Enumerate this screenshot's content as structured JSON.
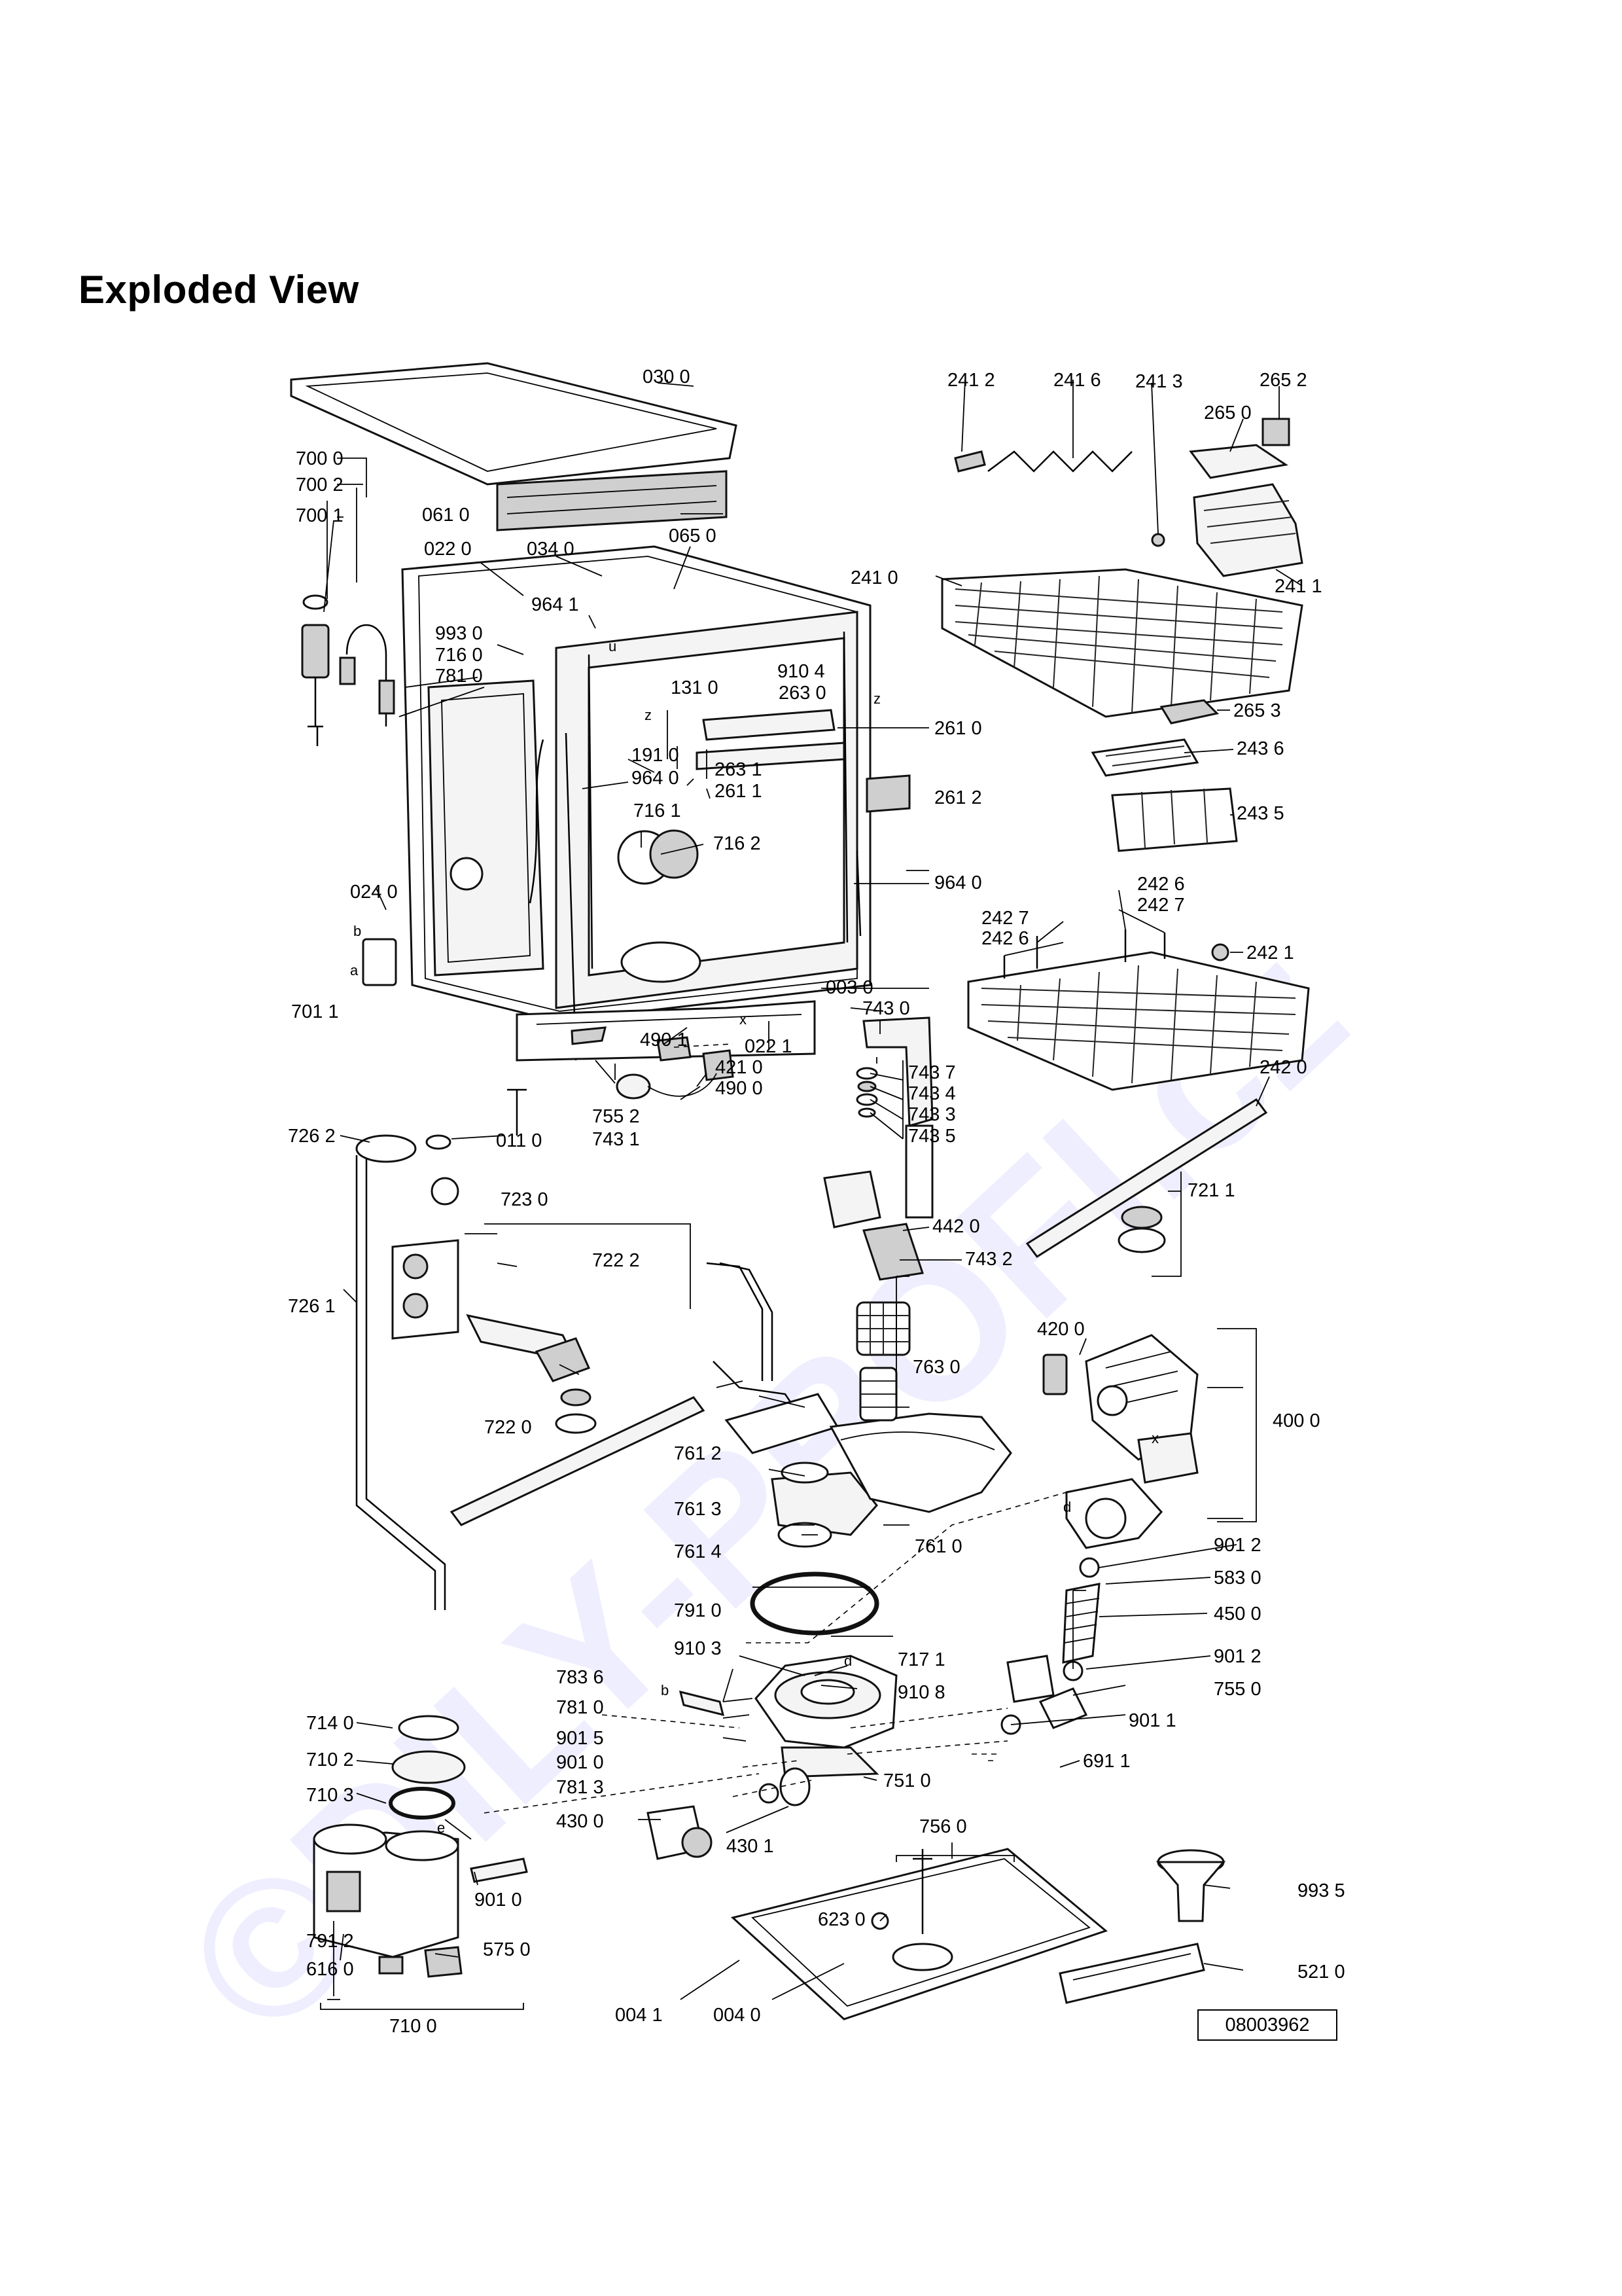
{
  "title": "Exploded View",
  "watermark": "©DILY-PROFI.cz",
  "diagram_code": "08003962",
  "markers": [
    "z",
    "z",
    "b",
    "b",
    "x",
    "x",
    "d",
    "d",
    "e",
    "u",
    "a"
  ],
  "labels": [
    "030 0",
    "061 0",
    "065 0",
    "034 0",
    "022 0",
    "964 1",
    "993 0",
    "716 0",
    "781 0",
    "700 0",
    "700 2",
    "700 1",
    "131 0",
    "910 4",
    "263 0",
    "261 0",
    "191 0",
    "964 0",
    "263 1",
    "261 1",
    "261 2",
    "716 1",
    "716 2",
    "024 0",
    "964 0",
    "701 1",
    "003 0",
    "743 0",
    "490 1",
    "421 0",
    "490 0",
    "022 1",
    "011 0",
    "755 2",
    "743 1",
    "743 7",
    "743 4",
    "743 3",
    "743 5",
    "442 0",
    "743 2",
    "726 2",
    "723 0",
    "722 2",
    "726 1",
    "722 0",
    "761 2",
    "761 3",
    "761 4",
    "761 0",
    "763 0",
    "791 0",
    "910 3",
    "717 1",
    "910 8",
    "783 6",
    "781 0",
    "901 5",
    "901 0",
    "781 3",
    "751 0",
    "430 0",
    "430 1",
    "714 0",
    "710 2",
    "710 3",
    "791 2",
    "616 0",
    "575 0",
    "901 0",
    "710 0",
    "241 2",
    "241 6",
    "241 3",
    "265 2",
    "265 0",
    "241 0",
    "241 1",
    "265 3",
    "243 6",
    "243 5",
    "242 6",
    "242 7",
    "242 7",
    "242 6",
    "242 1",
    "242 0",
    "721 1",
    "420 0",
    "400 0",
    "901 2",
    "583 0",
    "450 0",
    "901 2",
    "755 0",
    "901 1",
    "691 1",
    "756 0",
    "623 0",
    "993 5",
    "521 0",
    "004 1",
    "004 0"
  ]
}
